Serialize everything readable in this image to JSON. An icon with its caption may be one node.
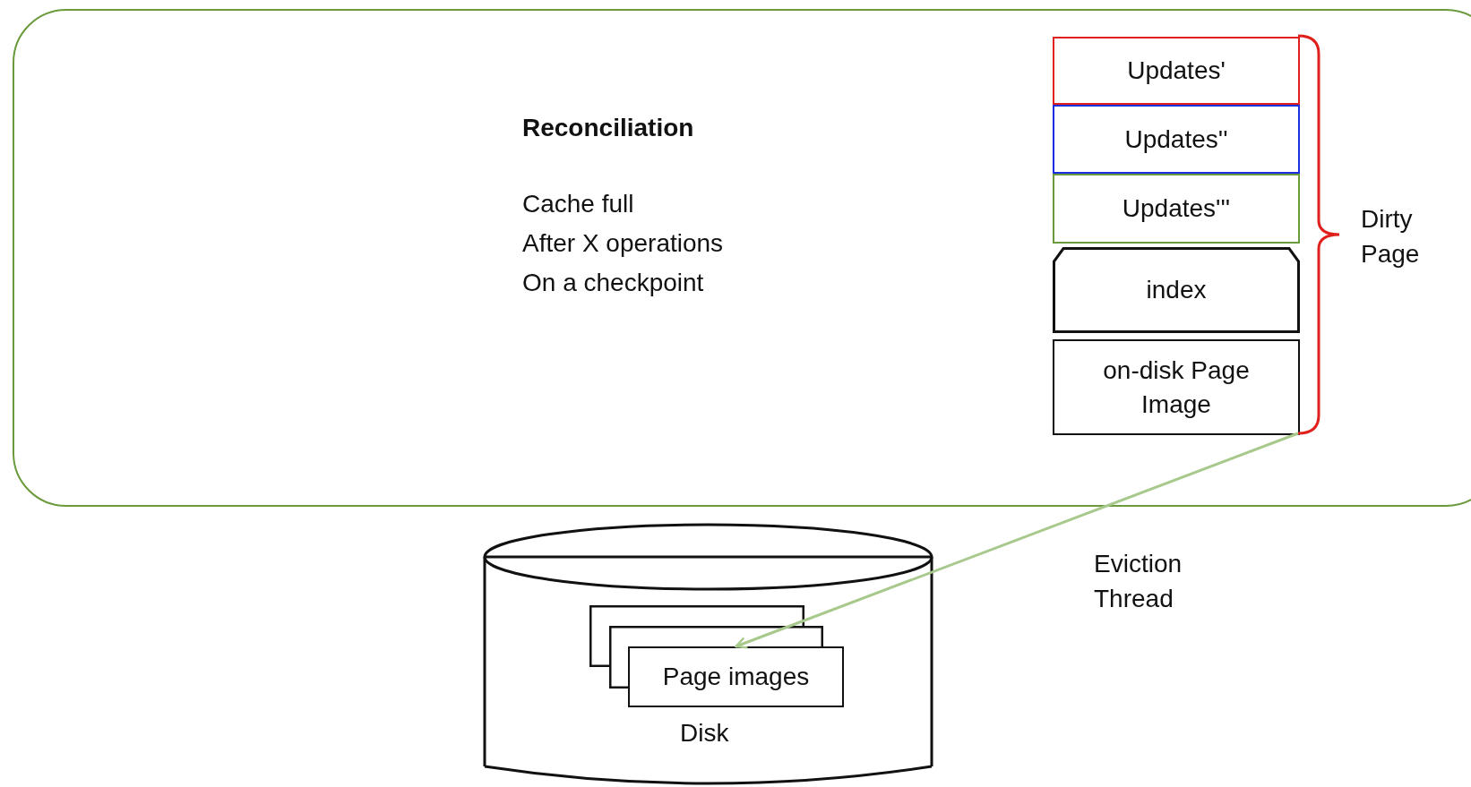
{
  "diagram": {
    "nodes": [
      {
        "text": [
          "Reconciliation",
          "Cache full",
          "After X operations",
          "On a checkpoint"
        ]
      },
      {
        "text": [
          "Updates'"
        ],
        "in": 0
      },
      {
        "text": [
          "Updates''"
        ],
        "in": 0
      },
      {
        "text": [
          "Updates'''"
        ],
        "in": 0
      },
      {
        "text": [
          "index"
        ],
        "in": 0
      },
      {
        "text": [
          "on-disk Page Image"
        ],
        "in": 0
      },
      {
        "text": [
          "Disk"
        ]
      },
      {
        "text": [
          "Page images"
        ],
        "in": 6
      }
    ],
    "edges": [
      {
        "from": 5,
        "to": 7,
        "arrow": "to",
        "color": "#a8c98c"
      }
    ],
    "labels": [
      "Dirty Page",
      "Eviction Thread"
    ]
  }
}
